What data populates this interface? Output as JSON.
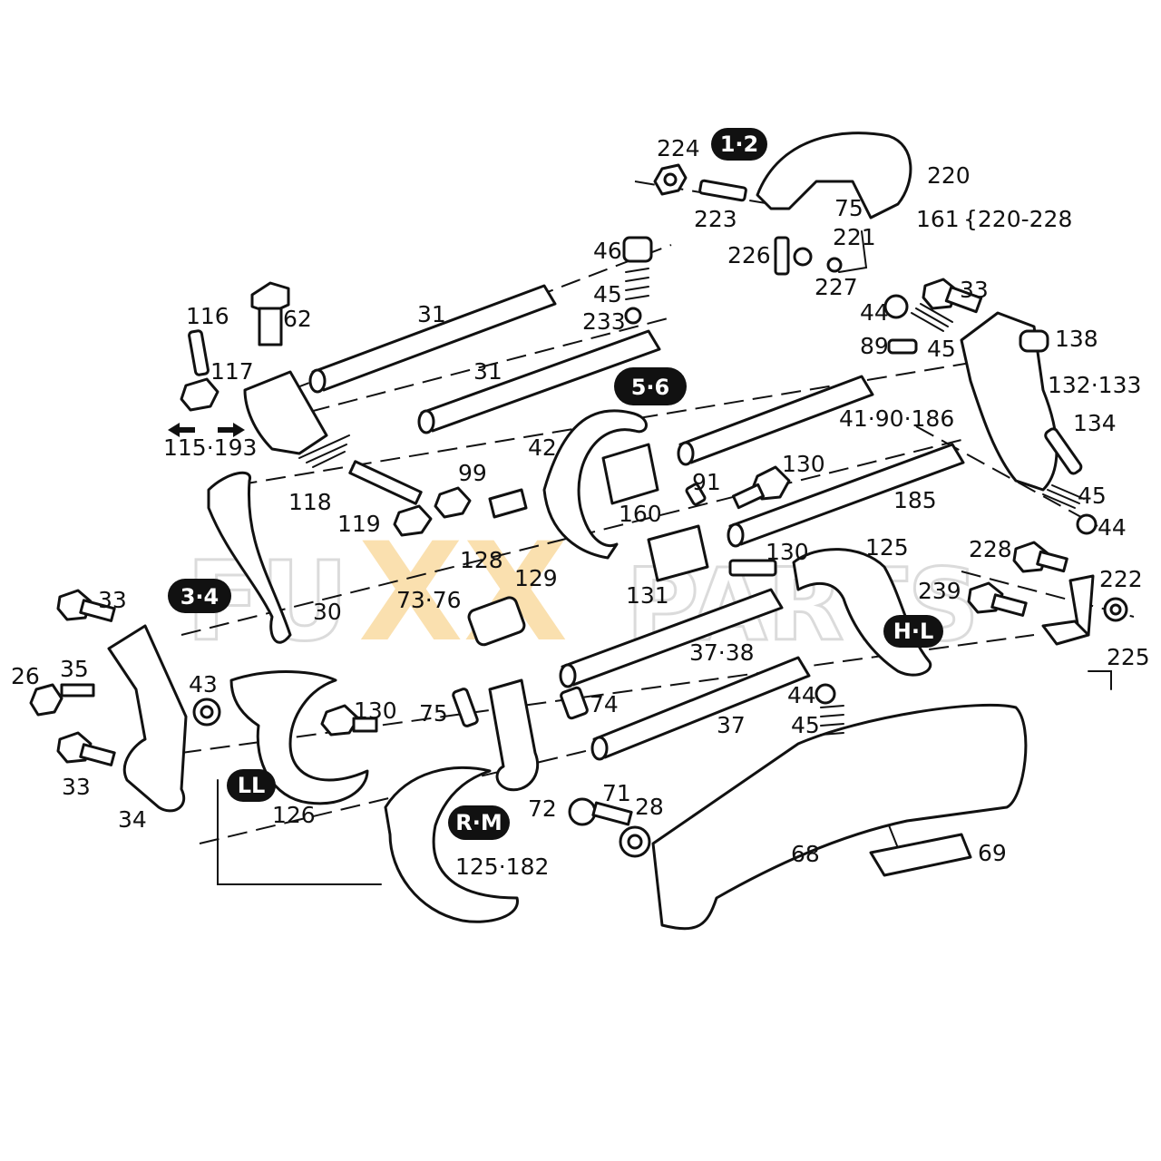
{
  "diagram": {
    "badges": {
      "b12": "1·2",
      "b56": "5·6",
      "b34": "3·4",
      "bhl": "H·L",
      "bll": "LL",
      "brm": "R·M"
    },
    "labels": {
      "l220": "220",
      "l224": "224",
      "l223": "223",
      "l75a": "75",
      "l161": "161",
      "l220_228": "{220-228",
      "l221": "221",
      "l226": "226",
      "l227": "227",
      "l46": "46",
      "l45a": "45",
      "l233": "233",
      "l31a": "31",
      "l31b": "31",
      "l116": "116",
      "l62": "62",
      "l117": "117",
      "l115": "115·193",
      "l44a": "44",
      "l33a": "33",
      "l89": "89",
      "l45b": "45",
      "l138": "138",
      "l132": "132·133",
      "l134": "134",
      "l45c": "45",
      "l44b": "44",
      "l42": "42",
      "l41": "41·90·186",
      "l99": "99",
      "l91": "91",
      "l130a": "130",
      "l118": "118",
      "l119": "119",
      "l160": "160",
      "l185": "185",
      "l128": "128",
      "l129": "129",
      "l130b": "130",
      "l125": "125",
      "l228": "228",
      "l222": "222",
      "l239": "239",
      "l131": "131",
      "l30": "30",
      "l73": "73·76",
      "l33b": "33",
      "l26": "26",
      "l35": "35",
      "l43": "43",
      "l130c": "130",
      "l75b": "75",
      "l74": "74",
      "l3738": "37·38",
      "l37": "37",
      "l44c": "44",
      "l45d": "45",
      "l225": "225",
      "l33c": "33",
      "l34": "34",
      "l126": "126",
      "l72": "72",
      "l71": "71",
      "l28": "28",
      "l68": "68",
      "l69": "69",
      "l125182": "125·182"
    },
    "watermark": {
      "left": "FU",
      "mid": "XX",
      "right": "PARTS"
    }
  }
}
